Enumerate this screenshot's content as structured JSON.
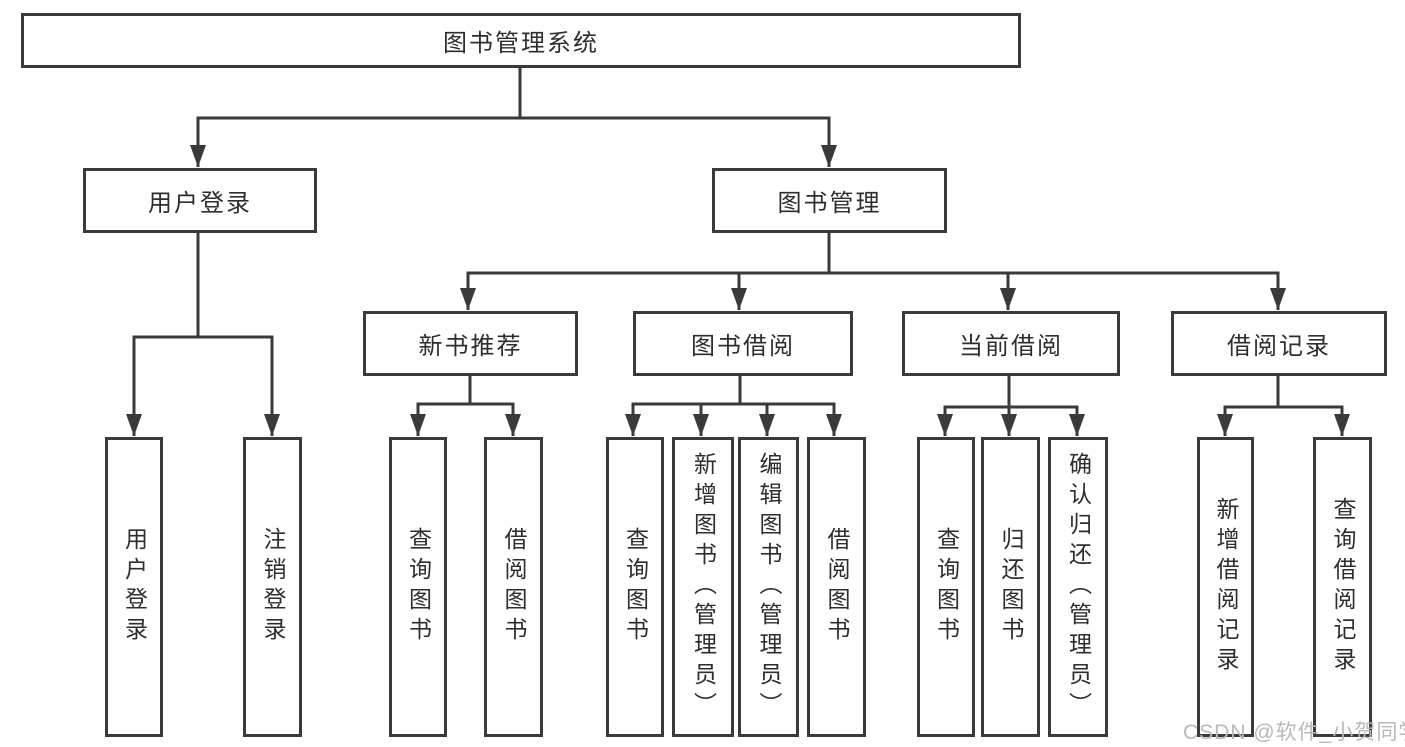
{
  "diagram": {
    "colors": {
      "line": "#3a3a3a",
      "text": "#2e2e2e",
      "watermark": "#b9b9b9",
      "background": "#ffffff"
    },
    "root": {
      "label": "图书管理系统"
    },
    "branches": [
      {
        "label": "用户登录",
        "children": [
          "用户登录",
          "注销登录"
        ]
      },
      {
        "label": "图书管理",
        "children": [
          {
            "label": "新书推荐",
            "children": [
              "查询图书",
              "借阅图书"
            ]
          },
          {
            "label": "图书借阅",
            "children": [
              "查询图书",
              "新增图书（管理员）",
              "编辑图书（管理员）",
              "借阅图书"
            ]
          },
          {
            "label": "当前借阅",
            "children": [
              "查询图书",
              "归还图书",
              "确认归还（管理员）"
            ]
          },
          {
            "label": "借阅记录",
            "children": [
              "新增借阅记录",
              "查询借阅记录"
            ]
          }
        ]
      }
    ],
    "watermark": {
      "text": "CSDN @软件_小贺同学"
    }
  }
}
